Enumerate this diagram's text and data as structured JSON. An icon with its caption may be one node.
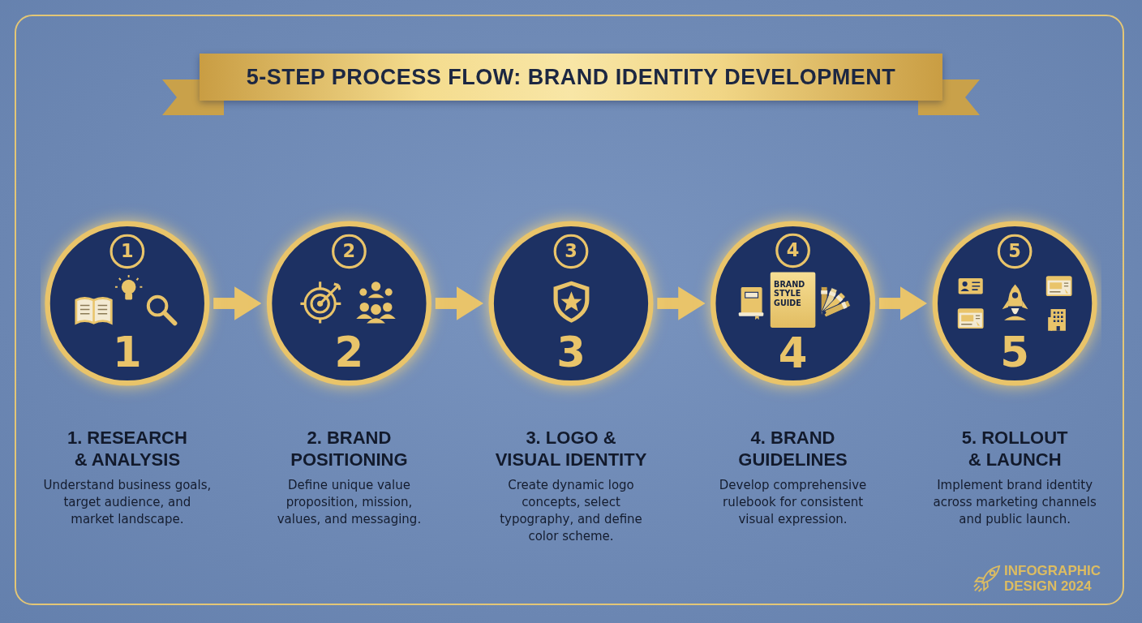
{
  "diagram": {
    "title": "5-STEP PROCESS FLOW: BRAND IDENTITY DEVELOPMENT",
    "nodes": [
      {
        "text": [
          "1",
          "1"
        ],
        "beside": [
          "1. RESEARCH & ANALYSIS",
          "Understand business goals, target audience, and market landscape."
        ]
      },
      {
        "text": [
          "2",
          "2"
        ],
        "beside": [
          "2. BRAND POSITIONING",
          "Define unique value proposition, mission, values, and messaging."
        ]
      },
      {
        "text": [
          "3",
          "3"
        ],
        "beside": [
          "3. LOGO & VISUAL IDENTITY",
          "Create dynamic logo concepts, select typography, and define color scheme."
        ]
      },
      {
        "text": [
          "4",
          "BRAND STYLE GUIDE",
          "4"
        ],
        "beside": [
          "4. BRAND GUIDELINES",
          "Develop comprehensive rulebook for consistent visual expression."
        ]
      },
      {
        "text": [
          "5",
          "5"
        ],
        "beside": [
          "5. ROLLOUT & LAUNCH",
          "Implement brand identity across marketing channels and public launch."
        ]
      }
    ],
    "edges": [
      {
        "from": 0,
        "to": 1,
        "arrow": "to"
      },
      {
        "from": 1,
        "to": 2,
        "arrow": "to"
      },
      {
        "from": 2,
        "to": 3,
        "arrow": "to"
      },
      {
        "from": 3,
        "to": 4,
        "arrow": "to"
      }
    ],
    "labels": [
      "INFOGRAPHIC DESIGN 2024"
    ]
  }
}
